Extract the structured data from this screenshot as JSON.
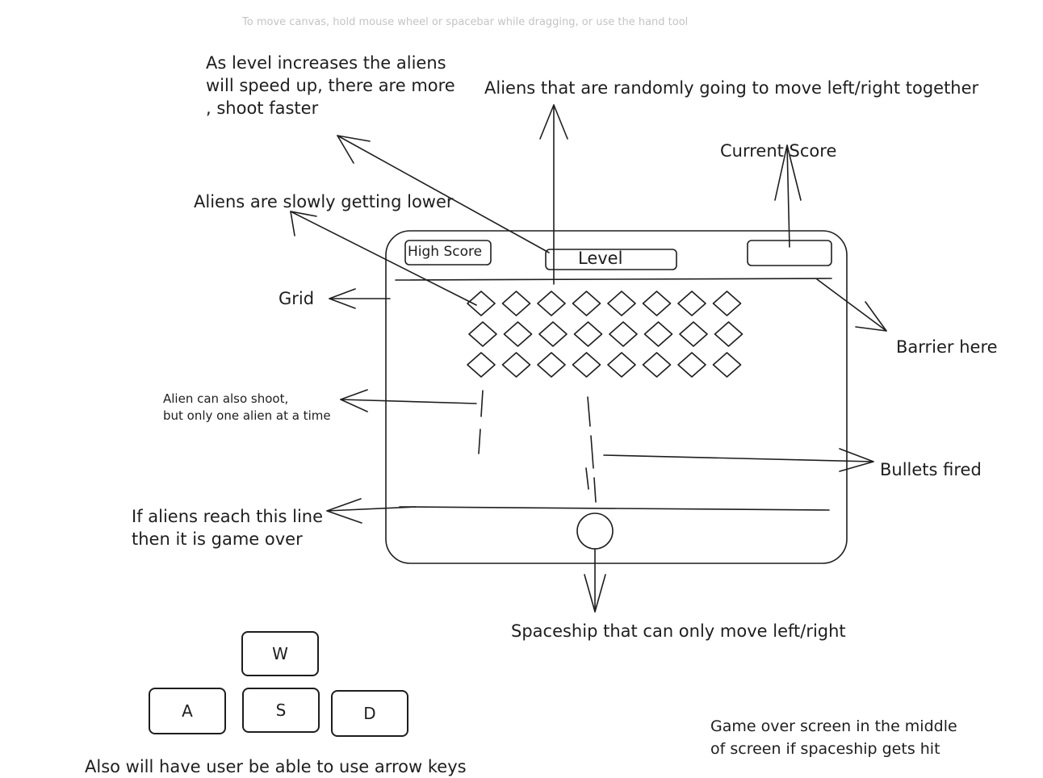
{
  "canvas_hint": "To move canvas, hold mouse wheel or spacebar while dragging, or use the hand tool",
  "annotations": {
    "level_speedup": "As level increases the aliens\nwill speed up, there are more\n, shoot faster",
    "aliens_move": "Aliens that are randomly going to move left/right together",
    "current_score": "Current Score",
    "aliens_lower": "Aliens are slowly getting lower",
    "grid": "Grid",
    "barrier": "Barrier here",
    "alien_shoot": "Alien can also shoot,\nbut only one alien at a time",
    "bullets": "Bullets fired",
    "game_over_line": "If aliens reach this line\nthen it is game over",
    "spaceship": "Spaceship that can only move left/right",
    "game_over_screen": "Game over screen in the middle\nof screen if spaceship gets hit",
    "arrow_keys": "Also will have user be able to use arrow keys"
  },
  "game_frame": {
    "high_score_label": "High Score",
    "level_label": "Level",
    "current_score_value": ""
  },
  "keys": {
    "w": "W",
    "a": "A",
    "s": "S",
    "d": "D"
  },
  "aliens": {
    "rows": 3,
    "cols": 8
  }
}
